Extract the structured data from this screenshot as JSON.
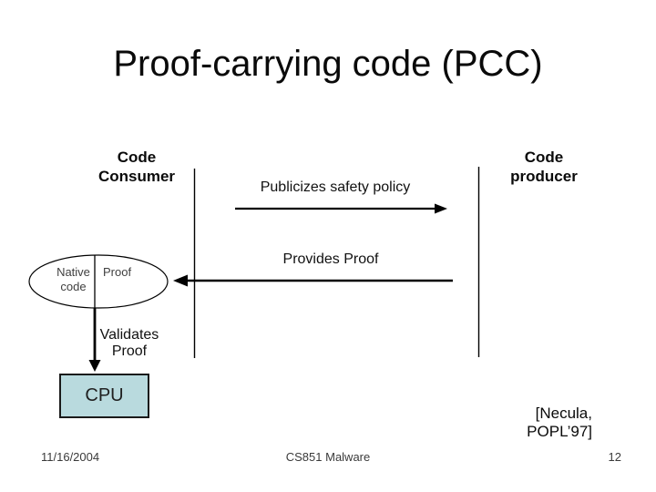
{
  "slide_title": "Proof-carrying code (PCC)",
  "diagram": {
    "code_consumer": "Code\nConsumer",
    "code_producer": "Code\nproducer",
    "publicizes_label": "Publicizes safety policy",
    "provides_label": "Provides Proof",
    "ellipse": {
      "native_code": "Native\ncode",
      "proof": "Proof"
    },
    "validates_label": "Validates\nProof",
    "cpu_label": "CPU",
    "citation": "[Necula,\nPOPL’97]"
  },
  "footer": {
    "date": "11/16/2004",
    "course": "CS851 Malware",
    "page_number": "12"
  },
  "colors": {
    "cpu_fill": "#b9dade",
    "line_color": "#000000",
    "text_color": "#0a0a0a",
    "footer_text": "#3a3a3a"
  }
}
